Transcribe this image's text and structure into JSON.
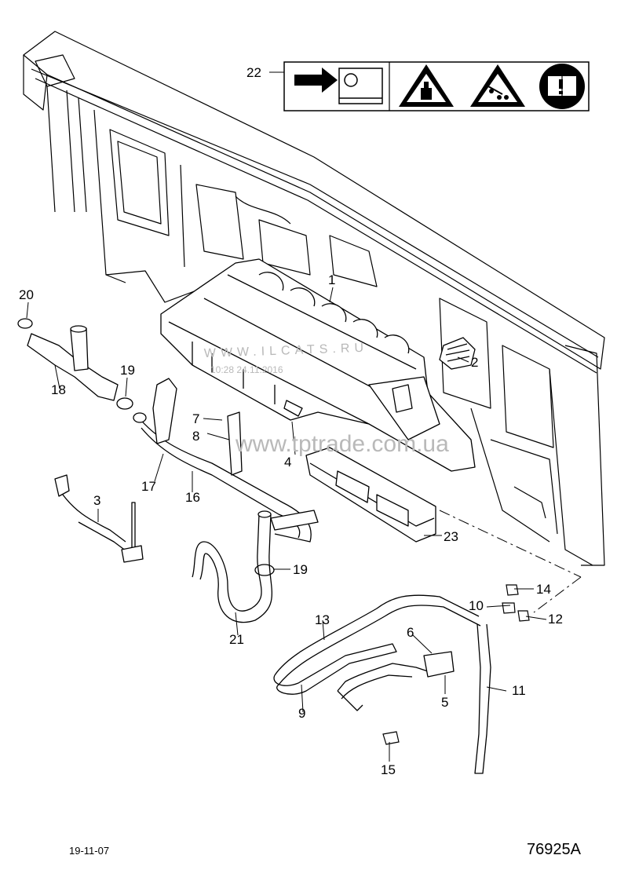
{
  "callouts": {
    "c1": "1",
    "c2": "2",
    "c3": "3",
    "c4": "4",
    "c5": "5",
    "c6": "6",
    "c7": "7",
    "c8": "8",
    "c9": "9",
    "c10": "10",
    "c11": "11",
    "c12": "12",
    "c13": "13",
    "c14": "14",
    "c15": "15",
    "c16": "16",
    "c17": "17",
    "c18": "18",
    "c19a": "19",
    "c19b": "19",
    "c20": "20",
    "c21": "21",
    "c22": "22",
    "c23": "23"
  },
  "watermark": {
    "site": "WWW.ILCATS.RU",
    "stamp": "10:28 24.11.2016",
    "store": "www.tptrade.com.ua"
  },
  "footer": {
    "date": "19-11-07",
    "code": "76925A"
  },
  "icons": [
    "arrow-icon",
    "filler-cap-icon",
    "warning-hot-coolant-icon",
    "warning-person-icon",
    "manual-book-icon"
  ]
}
